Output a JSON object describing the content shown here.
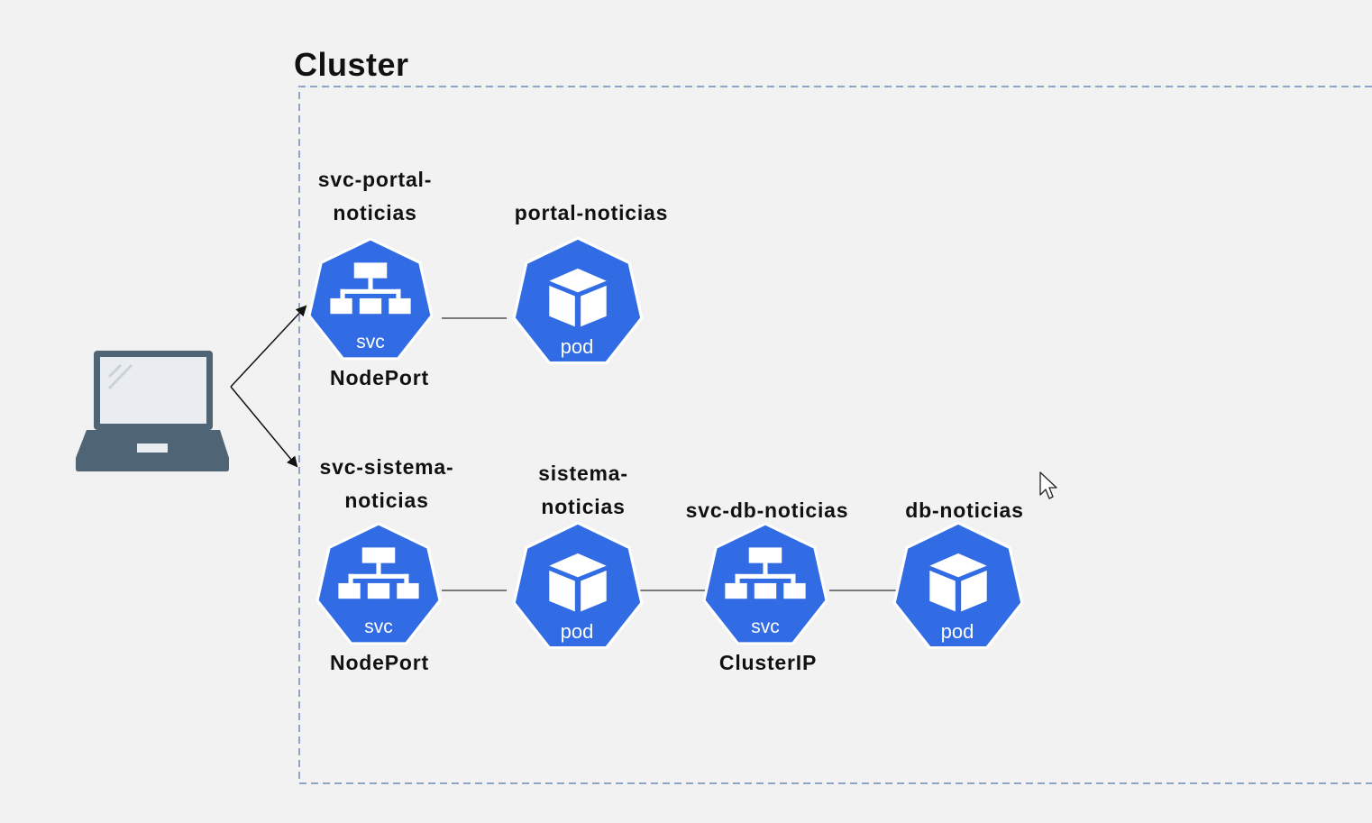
{
  "cluster": {
    "title": "Cluster"
  },
  "nodes": {
    "svc_portal": {
      "name_line1": "svc-portal-",
      "name_line2": "noticias",
      "icon_text": "svc",
      "type": "NodePort"
    },
    "pod_portal": {
      "name": "portal-noticias",
      "icon_text": "pod"
    },
    "svc_sistema": {
      "name_line1": "svc-sistema-",
      "name_line2": "noticias",
      "icon_text": "svc",
      "type": "NodePort"
    },
    "pod_sistema": {
      "name_line1": "sistema-",
      "name_line2": "noticias",
      "icon_text": "pod"
    },
    "svc_db": {
      "name": "svc-db-noticias",
      "icon_text": "svc",
      "type": "ClusterIP"
    },
    "pod_db": {
      "name": "db-noticias",
      "icon_text": "pod"
    }
  },
  "colors": {
    "k8s_blue": "#326ce5",
    "laptop_dark": "#4f6475",
    "laptop_screen": "#e9edf1",
    "dash_border": "#8fa4c8",
    "background": "#f2f2f2"
  },
  "icons": {
    "client": "laptop-icon",
    "service": "service-network-icon",
    "pod": "pod-cube-icon",
    "cursor": "mouse-cursor-icon"
  }
}
